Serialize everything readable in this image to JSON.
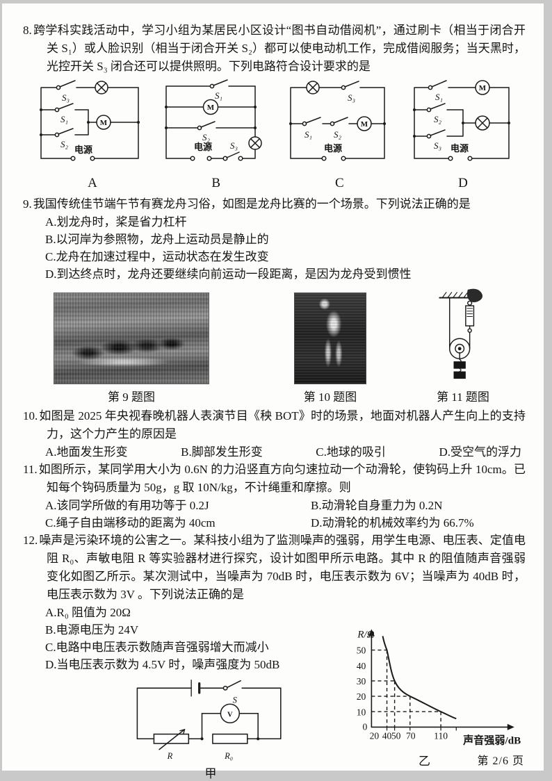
{
  "page": {
    "footer": "第 2/6 页"
  },
  "sym": {
    "s1": "S₁",
    "s2": "S₂",
    "s3": "S₃",
    "motor": "M",
    "power": "电源"
  },
  "q8": {
    "num": "8.",
    "stem": "跨学科实践活动中，学习小组为某居民小区设计“图书自动借阅机”，通过刷卡（相当于闭合开关 S₁）或人脸识别（相当于闭合开关 S₂）都可以使电动机工作，完成借阅服务；当天黑时，光控开关 S₃ 闭合还可以提供照明。下列电路符合设计要求的是",
    "choices": [
      "A",
      "B",
      "C",
      "D"
    ]
  },
  "q9": {
    "num": "9.",
    "stem": "我国传统佳节端午节有赛龙舟习俗，如图是龙舟比赛的一个场景。下列说法正确的是",
    "options": [
      "A.划龙舟时，桨是省力杠杆",
      "B.以河岸为参照物，龙舟上运动员是静止的",
      "C.龙舟在加速过程中，运动状态在发生改变",
      "D.到达终点时，龙舟还要继续向前运动一段距离，是因为龙舟受到惯性"
    ]
  },
  "figures": {
    "f9": {
      "caption": "第 9 题图"
    },
    "f10": {
      "caption": "第 10 题图"
    },
    "f11": {
      "caption": "第 11 题图"
    }
  },
  "q10": {
    "num": "10.",
    "stem": "如图是 2025 年央视春晚机器人表演节目《秧 BOT》时的场景，地面对机器人产生向上的支持力，这个力产生的原因是",
    "options": [
      "A.地面发生形变",
      "B.脚部发生形变",
      "C.地球的吸引",
      "D.受空气的浮力"
    ]
  },
  "q11": {
    "num": "11.",
    "stem": "如图所示，某同学用大小为 0.6N 的力沿竖直方向匀速拉动一个动滑轮，使钩码上升 10cm。已知每个钩码质量为 50g，g 取 10N/kg，不计绳重和摩擦。则",
    "options": [
      "A.该同学所做的有用功等于 0.2J",
      "B.动滑轮自身重力为 0.2N",
      "C.绳子自由端移动的距离为 40cm",
      "D.动滑轮的机械效率约为 66.7%"
    ]
  },
  "q12": {
    "num": "12.",
    "stem": "噪声是污染环境的公害之一。某科技小组为了监测噪声的强弱，用学生电源、电压表、定值电阻 R₀、声敏电阻 R 等实验器材进行探究，设计如图甲所示电路。其中 R 的阻值随声音强弱变化如图乙所示。某次测试中，当噪声为 70dB 时，电压表示数为 6V；当噪声为 40dB 时，电压表示数为 3V 。下列说法正确的是",
    "options": [
      "A.R₀ 阻值为 20Ω",
      "B.电源电压为 24V",
      "C.电路中电压表示数随声音强弱增大而减小",
      "D.当电压表示数为 4.5V 时，噪声强度为 50dB"
    ],
    "jia": {
      "caption": "甲",
      "s": "S",
      "v": "V",
      "r": "R",
      "r0": "R₀"
    }
  },
  "chart_data": {
    "type": "line",
    "title": "乙",
    "xlabel": "声音强弱/dB",
    "ylabel": "R/Ω",
    "x": [
      40,
      50,
      70,
      110
    ],
    "y": [
      50,
      30,
      20,
      10
    ],
    "xticks": [
      20,
      40,
      50,
      70,
      110
    ],
    "yticks": [
      0,
      10,
      20,
      30,
      40,
      50
    ],
    "xlim": [
      20,
      140
    ],
    "ylim": [
      0,
      58
    ],
    "grid": "dashed guide lines at data points",
    "notes": "声敏电阻阻值随声音强弱增大而减小"
  }
}
